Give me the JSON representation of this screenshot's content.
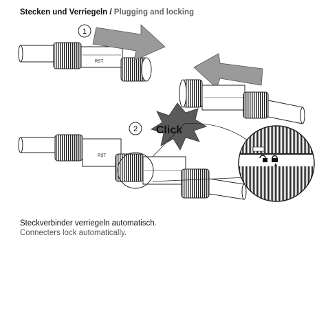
{
  "heading": {
    "de": "Stecken und Verriegeln",
    "separator": " / ",
    "en": "Plugging and locking"
  },
  "figure": {
    "step1": "1",
    "step2": "2",
    "click_label": "Click",
    "connector_marking": "RST",
    "lock_symbols": [
      "unlocked-padlock",
      "locked-padlock"
    ]
  },
  "caption": {
    "de": "Steckverbinder verriegeln automatisch.",
    "en": "Connecters lock automatically."
  },
  "colors": {
    "arrow": "#9a9a9a",
    "starburst": "#5a5a5a",
    "line": "#222222"
  }
}
